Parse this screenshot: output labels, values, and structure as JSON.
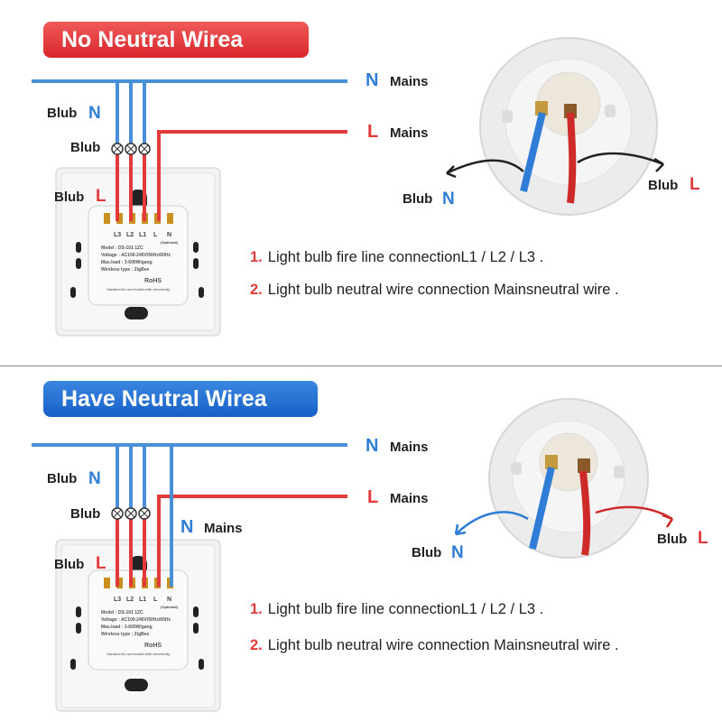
{
  "colors": {
    "neutral": "#2f7dd6",
    "live": "#e23a3a",
    "text": "#222222"
  },
  "sections": [
    {
      "title": "No Neutral Wirea",
      "labels": {
        "mains_n_letter": "N",
        "mains_n": "Mains",
        "mains_l_letter": "L",
        "mains_l": "Mains",
        "blub_n": "Blub",
        "blub_n_letter": "N",
        "blub": "Blub",
        "blub_l": "Blub",
        "blub_l_letter": "L",
        "photo_blub_n": "Blub",
        "photo_blub_n_letter": "N",
        "photo_blub_l": "Blub",
        "photo_blub_l_letter": "L"
      },
      "notes": [
        {
          "num": "1.",
          "text": "Light bulb fire line connectionL1 / L2 / L3 ."
        },
        {
          "num": "2.",
          "text": "Light bulb neutral wire connection Mainsneutral wire ."
        }
      ]
    },
    {
      "title": "Have Neutral Wirea",
      "labels": {
        "mains_n_letter": "N",
        "mains_n": "Mains",
        "mains_l_letter": "L",
        "mains_l": "Mains",
        "blub_n": "Blub",
        "blub_n_letter": "N",
        "blub": "Blub",
        "blub_l": "Blub",
        "blub_l_letter": "L",
        "extra_n_letter": "N",
        "extra_mains": "Mains",
        "photo_blub_n": "Blub",
        "photo_blub_n_letter": "N",
        "photo_blub_l": "Blub",
        "photo_blub_l_letter": "L"
      },
      "notes": [
        {
          "num": "1.",
          "text": "Light bulb fire line connectionL1 / L2 / L3 ."
        },
        {
          "num": "2.",
          "text": "Light bulb neutral wire connection Mainsneutral wire ."
        }
      ]
    }
  ],
  "switch_module": {
    "terminals": [
      "L3",
      "L2",
      "L1",
      "L",
      "N"
    ],
    "optional": "(Optional)",
    "model": "Model : DS-101 1ZC",
    "voltage": "Voltage : AC100-240V/50Hz/60Hz",
    "max_load": "Max.load : 3-600W/gang",
    "wireless": "Wireless type : ZigBee",
    "rohs": "RoHS",
    "caution": "Caution:Do not install with electricity"
  }
}
